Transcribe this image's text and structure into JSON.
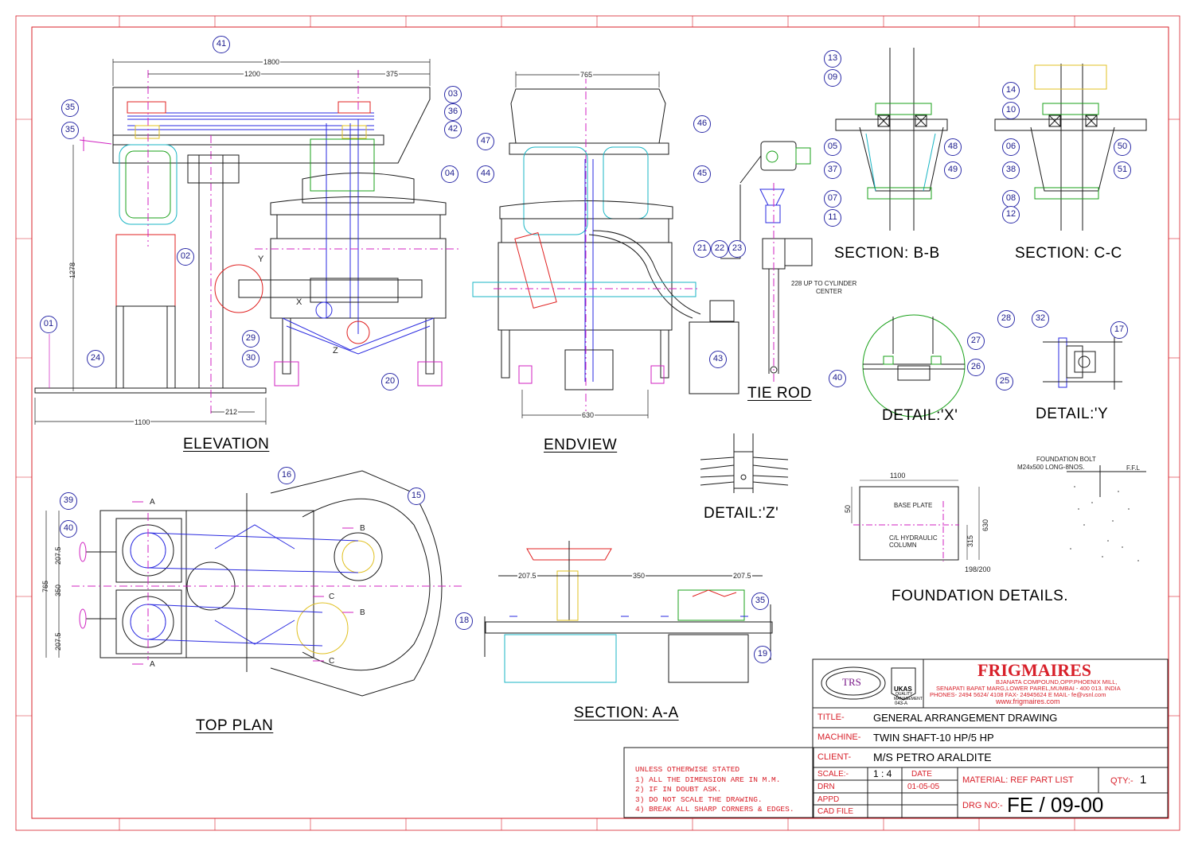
{
  "views": {
    "elevation": "ELEVATION",
    "endview": "ENDVIEW",
    "top_plan": "TOP PLAN",
    "section_aa": "SECTION: A-A",
    "section_bb": "SECTION: B-B",
    "section_cc": "SECTION: C-C",
    "tie_rod": "TIE ROD",
    "detail_x": "DETAIL:'X'",
    "detail_y": "DETAIL:'Y",
    "detail_z": "DETAIL:'Z'",
    "foundation": "FOUNDATION DETAILS."
  },
  "dimensions": {
    "d1800": "1800",
    "d1200": "1200",
    "d375": "375",
    "d1278": "1278",
    "d1100": "1100",
    "d212": "212",
    "d765_end": "765",
    "d630_end": "630",
    "d207a": "207.5",
    "d350": "350",
    "d207b": "207.5",
    "tp765": "765",
    "tp207a": "207.5",
    "tp350": "350",
    "tp207b": "207.5",
    "fd1100": "1100",
    "fd50": "50",
    "fd630": "630",
    "fd315": "315",
    "fd198": "198/200"
  },
  "annotations": {
    "tie_rod_dim": "228  UP TO CYLINDER",
    "tie_rod_dim2": "CENTER",
    "base_plate": "BASE PLATE",
    "hydraulic": "C/L HYDRAULIC",
    "column": "COLUMN",
    "foundation_bolt": "FOUNDATION BOLT",
    "bolt_size": "M24x500  LONG-8NOS.",
    "ffl": "F.F.L",
    "marker_x": "X",
    "marker_y": "Y",
    "marker_z": "Z",
    "sec_a1": "A",
    "sec_a2": "A",
    "sec_b1": "B",
    "sec_b2": "B",
    "sec_c1": "C",
    "sec_c2": "C"
  },
  "balloons": {
    "b41": "41",
    "b35a": "35",
    "b35b": "35",
    "b03": "03",
    "b36": "36",
    "b42": "42",
    "b04": "04",
    "b02": "02",
    "b01": "01",
    "b24": "24",
    "b29": "29",
    "b30": "30",
    "b20": "20",
    "b47": "47",
    "b44": "44",
    "b46": "46",
    "b45": "45",
    "b21": "21",
    "b22": "22",
    "b23": "23",
    "b43": "43",
    "b13": "13",
    "b09": "09",
    "b05": "05",
    "b37": "37",
    "b07": "07",
    "b11": "11",
    "b48": "48",
    "b49": "49",
    "b14": "14",
    "b10": "10",
    "b06": "06",
    "b38": "38",
    "b08": "08",
    "b12": "12",
    "b50": "50",
    "b51": "51",
    "b27": "27",
    "b26": "26",
    "b25": "25",
    "b40x": "40",
    "b28": "28",
    "b32": "32",
    "b17": "17",
    "b16": "16",
    "b15": "15",
    "b39": "39",
    "b40": "40",
    "b18": "18",
    "b35c": "35",
    "b19": "19"
  },
  "notes": {
    "heading": "UNLESS  OTHERWISE  STATED",
    "n1": "1)  ALL  THE  DIMENSION  ARE  IN  M.M.",
    "n2": "2)  IF  IN  DOUBT  ASK.",
    "n3": "3)  DO  NOT  SCALE  THE  DRAWING.",
    "n4": "4)  BREAK  ALL  SHARP  CORNERS  &  EDGES."
  },
  "title_block": {
    "company": "FRIGMAIRES",
    "address1": "BJANATA  COMPOUND,OPP.PHOENIX  MILL,",
    "address2": "SENAPATI  BAPAT  MARG,LOWER  PAREL,MUMBAI - 400 013. INDIA",
    "address3": "PHONES- 2494 5624/ 4108   FAX- 24945624   E MAIL- fe@vsnl.com",
    "website": "www.frigmaires.com",
    "cert_text": "TRS",
    "ukas": "UKAS",
    "ukas_sub1": "QUALITY",
    "ukas_sub2": "MANAGEMENT",
    "ukas_num": "043-A",
    "title_label": "TITLE-",
    "title_value": "GENERAL ARRANGEMENT DRAWING",
    "machine_label": "MACHINE-",
    "machine_value": "TWIN SHAFT-10 HP/5 HP",
    "client_label": "CLIENT-",
    "client_value": "M/S PETRO ARALDITE",
    "scale_label": "SCALE:-",
    "scale_value": "1 : 4",
    "date_label": "DATE",
    "date_value": "01-05-05",
    "drn_label": "DRN",
    "appd_label": "APPD",
    "cadfile_label": "CAD FILE",
    "material_label": "MATERIAL:  REF PART LIST",
    "qty_label": "QTY:-",
    "qty_value": "1",
    "drgno_label": "DRG NO:-",
    "drgno_value": "FE / 09-00"
  },
  "colors": {
    "border": "#d8202a",
    "balloon": "#2a2aa8",
    "outline": "#1a1a1a",
    "cyan": "#19b5c4",
    "blue": "#2a2ae0",
    "magenta": "#d020c0",
    "green": "#18a018",
    "yellow": "#e0c020",
    "red": "#e02020"
  }
}
